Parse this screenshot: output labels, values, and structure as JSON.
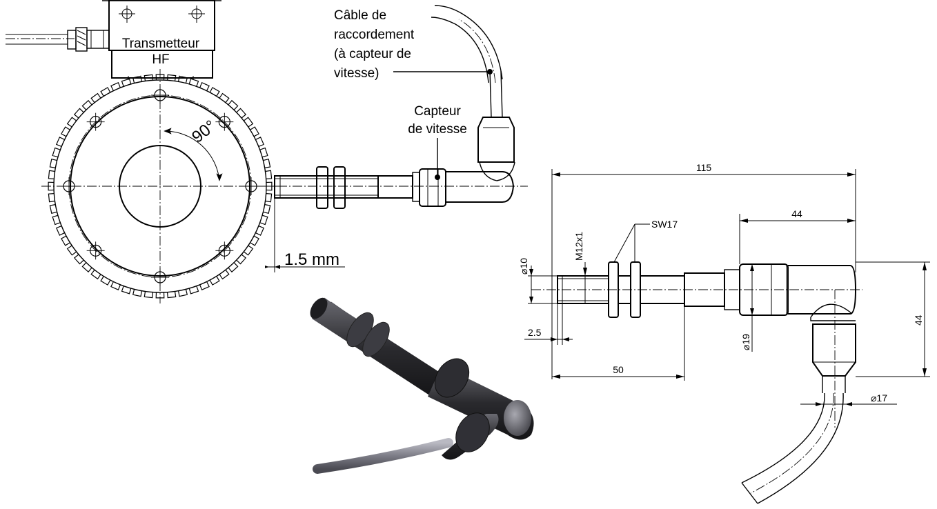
{
  "labels": {
    "transmitter_line1": "Transmetteur",
    "transmitter_line2": "HF",
    "cable_line1": "Câble de",
    "cable_line2": "raccordement",
    "cable_line3": "(à capteur de",
    "cable_line4": "vitesse)",
    "sensor_line1": "Capteur",
    "sensor_line2": "de vitesse",
    "angle": "90°",
    "gap": "1.5 mm"
  },
  "dimensions": {
    "overall_length": "115",
    "connector_length": "44",
    "wrench_size": "SW17",
    "thread": "M12x1",
    "thread_diameter": "⌀10",
    "tip_length": "2.5",
    "thread_length": "50",
    "body_diameter": "⌀19",
    "height": "44",
    "plug_diameter": "⌀17"
  },
  "colors": {
    "line": "#000000",
    "background": "#ffffff",
    "render_dark": "#2b2b2e",
    "render_mid": "#5a5a60",
    "render_light": "#9a9aa2"
  },
  "icons": {
    "ring": "toothed-wheel",
    "render": "sensor-3d-render"
  }
}
